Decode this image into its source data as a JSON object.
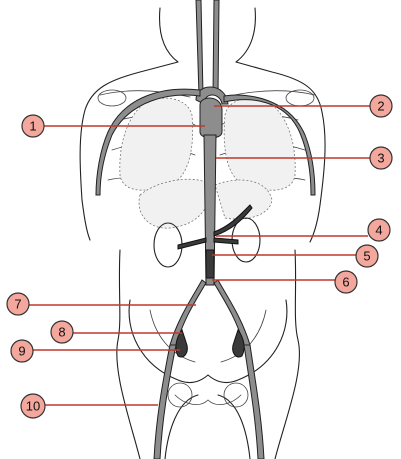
{
  "figure": {
    "labels": [
      {
        "id": "1",
        "text": "1"
      },
      {
        "id": "2",
        "text": "2"
      },
      {
        "id": "3",
        "text": "3"
      },
      {
        "id": "4",
        "text": "4"
      },
      {
        "id": "5",
        "text": "5"
      },
      {
        "id": "6",
        "text": "6"
      },
      {
        "id": "7",
        "text": "7"
      },
      {
        "id": "8",
        "text": "8"
      },
      {
        "id": "9",
        "text": "9"
      },
      {
        "id": "10",
        "text": "10"
      }
    ],
    "colors": {
      "badge_fill": "#f4a79c",
      "leader_line": "#c0392b",
      "outline": "#222222"
    }
  }
}
